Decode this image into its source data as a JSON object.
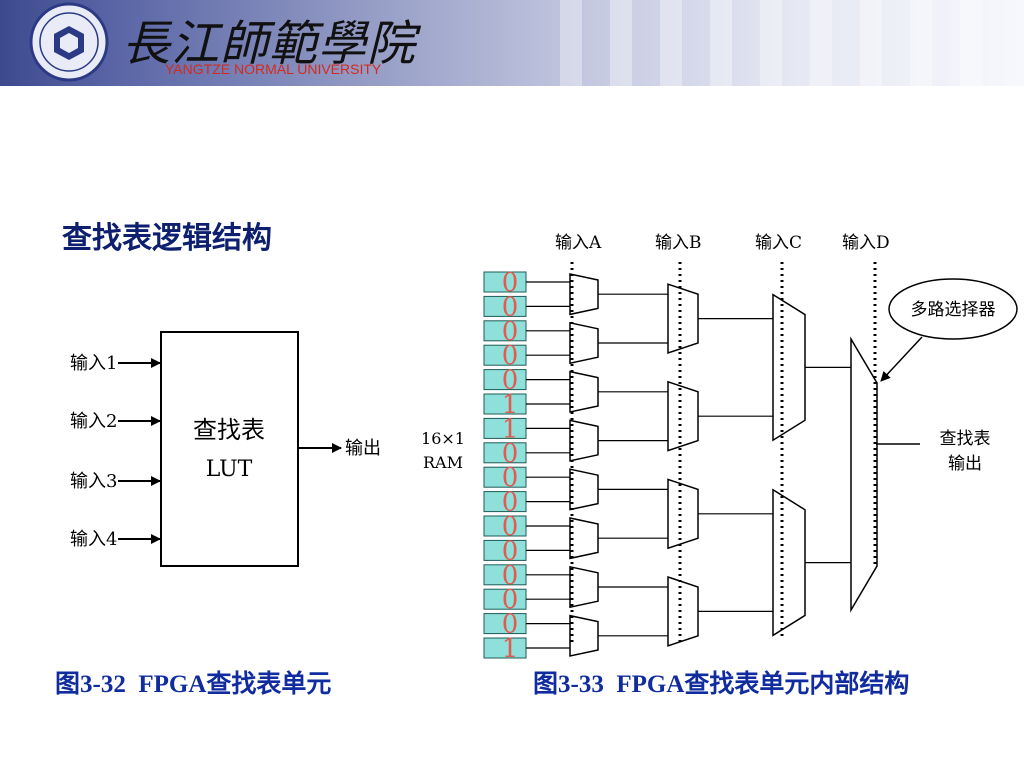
{
  "header": {
    "school_name": "長江師範學院",
    "school_name_en": "YANGTZE NORMAL UNIVERSITY",
    "logo": "university-seal-logo"
  },
  "slide": {
    "title": "查找表逻辑结构"
  },
  "lut_block": {
    "inputs": [
      "输入1",
      "输入2",
      "输入3",
      "输入4"
    ],
    "box_line1": "查找表",
    "box_line2": "LUT",
    "output": "输出"
  },
  "lut_internal": {
    "select_inputs": [
      "输入A",
      "输入B",
      "输入C",
      "输入D"
    ],
    "ram_label_line1": "16×1",
    "ram_label_line2": "RAM",
    "ram_bits": [
      "0",
      "0",
      "0",
      "0",
      "0",
      "1",
      "1",
      "0",
      "0",
      "0",
      "0",
      "0",
      "0",
      "0",
      "0",
      "1"
    ],
    "mux_callout": "多路选择器",
    "output_line1": "查找表",
    "output_line2": "输出"
  },
  "captions": {
    "left": "图3-32  FPGA查找表单元",
    "right": "图3-33  FPGA查找表单元内部结构"
  },
  "colors": {
    "ram_cell": "#8fe0da",
    "ram_bit": "#e25b50",
    "caption": "#102c9e",
    "title": "#0d1f6e",
    "school_en": "#d42a1e"
  }
}
